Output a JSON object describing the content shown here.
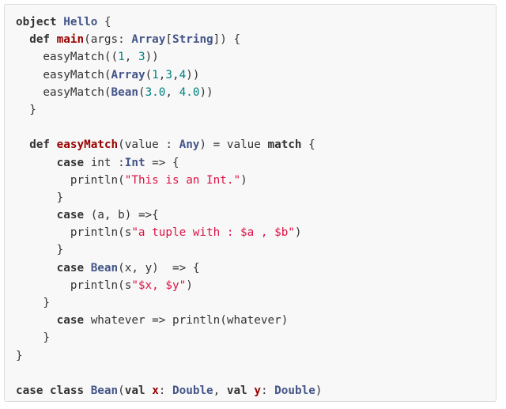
{
  "code": {
    "lines": [
      [
        {
          "t": "object",
          "c": "kw"
        },
        {
          "t": " ",
          "c": "plain"
        },
        {
          "t": "Hello",
          "c": "type"
        },
        {
          "t": " {",
          "c": "plain"
        }
      ],
      [
        {
          "t": "  ",
          "c": "plain"
        },
        {
          "t": "def",
          "c": "kw"
        },
        {
          "t": " ",
          "c": "plain"
        },
        {
          "t": "main",
          "c": "title"
        },
        {
          "t": "(args: ",
          "c": "plain"
        },
        {
          "t": "Array",
          "c": "type"
        },
        {
          "t": "[",
          "c": "plain"
        },
        {
          "t": "String",
          "c": "type"
        },
        {
          "t": "]) {",
          "c": "plain"
        }
      ],
      [
        {
          "t": "    easyMatch((",
          "c": "plain"
        },
        {
          "t": "1",
          "c": "num"
        },
        {
          "t": ", ",
          "c": "plain"
        },
        {
          "t": "3",
          "c": "num"
        },
        {
          "t": "))",
          "c": "plain"
        }
      ],
      [
        {
          "t": "    easyMatch(",
          "c": "plain"
        },
        {
          "t": "Array",
          "c": "type"
        },
        {
          "t": "(",
          "c": "plain"
        },
        {
          "t": "1",
          "c": "num"
        },
        {
          "t": ",",
          "c": "plain"
        },
        {
          "t": "3",
          "c": "num"
        },
        {
          "t": ",",
          "c": "plain"
        },
        {
          "t": "4",
          "c": "num"
        },
        {
          "t": "))",
          "c": "plain"
        }
      ],
      [
        {
          "t": "    easyMatch(",
          "c": "plain"
        },
        {
          "t": "Bean",
          "c": "type"
        },
        {
          "t": "(",
          "c": "plain"
        },
        {
          "t": "3.0",
          "c": "num"
        },
        {
          "t": ", ",
          "c": "plain"
        },
        {
          "t": "4.0",
          "c": "num"
        },
        {
          "t": "))",
          "c": "plain"
        }
      ],
      [
        {
          "t": "  }",
          "c": "plain"
        }
      ],
      [],
      [
        {
          "t": "  ",
          "c": "plain"
        },
        {
          "t": "def",
          "c": "kw"
        },
        {
          "t": " ",
          "c": "plain"
        },
        {
          "t": "easyMatch",
          "c": "title"
        },
        {
          "t": "(value : ",
          "c": "plain"
        },
        {
          "t": "Any",
          "c": "type"
        },
        {
          "t": ") = value ",
          "c": "plain"
        },
        {
          "t": "match",
          "c": "kw"
        },
        {
          "t": " {",
          "c": "plain"
        }
      ],
      [
        {
          "t": "      ",
          "c": "plain"
        },
        {
          "t": "case",
          "c": "kw"
        },
        {
          "t": " int :",
          "c": "plain"
        },
        {
          "t": "Int",
          "c": "type"
        },
        {
          "t": " => {",
          "c": "plain"
        }
      ],
      [
        {
          "t": "        println(",
          "c": "plain"
        },
        {
          "t": "\"This is an Int.\"",
          "c": "str"
        },
        {
          "t": ")",
          "c": "plain"
        }
      ],
      [
        {
          "t": "      }",
          "c": "plain"
        }
      ],
      [
        {
          "t": "      ",
          "c": "plain"
        },
        {
          "t": "case",
          "c": "kw"
        },
        {
          "t": " (a, b) =>{",
          "c": "plain"
        }
      ],
      [
        {
          "t": "        println(s",
          "c": "plain"
        },
        {
          "t": "\"a tuple with : $a , $b\"",
          "c": "str"
        },
        {
          "t": ")",
          "c": "plain"
        }
      ],
      [
        {
          "t": "      }",
          "c": "plain"
        }
      ],
      [
        {
          "t": "      ",
          "c": "plain"
        },
        {
          "t": "case",
          "c": "kw"
        },
        {
          "t": " ",
          "c": "plain"
        },
        {
          "t": "Bean",
          "c": "type"
        },
        {
          "t": "(x, y)  => {",
          "c": "plain"
        }
      ],
      [
        {
          "t": "        println(s",
          "c": "plain"
        },
        {
          "t": "\"$x, $y\"",
          "c": "str"
        },
        {
          "t": ")",
          "c": "plain"
        }
      ],
      [
        {
          "t": "    }",
          "c": "plain"
        }
      ],
      [
        {
          "t": "      ",
          "c": "plain"
        },
        {
          "t": "case",
          "c": "kw"
        },
        {
          "t": " whatever => println(whatever)",
          "c": "plain"
        }
      ],
      [
        {
          "t": "    }",
          "c": "plain"
        }
      ],
      [
        {
          "t": "}",
          "c": "plain"
        }
      ],
      [],
      [
        {
          "t": "case",
          "c": "kw"
        },
        {
          "t": " ",
          "c": "plain"
        },
        {
          "t": "class",
          "c": "kw"
        },
        {
          "t": " ",
          "c": "plain"
        },
        {
          "t": "Bean",
          "c": "type"
        },
        {
          "t": "(",
          "c": "plain"
        },
        {
          "t": "val",
          "c": "kw"
        },
        {
          "t": " ",
          "c": "plain"
        },
        {
          "t": "x",
          "c": "title"
        },
        {
          "t": ": ",
          "c": "plain"
        },
        {
          "t": "Double",
          "c": "type"
        },
        {
          "t": ", ",
          "c": "plain"
        },
        {
          "t": "val",
          "c": "kw"
        },
        {
          "t": " ",
          "c": "plain"
        },
        {
          "t": "y",
          "c": "title"
        },
        {
          "t": ": ",
          "c": "plain"
        },
        {
          "t": "Double",
          "c": "type"
        },
        {
          "t": ")",
          "c": "plain"
        }
      ]
    ]
  },
  "colors": {
    "keyword": "#333333",
    "function_name": "#990000",
    "type_name": "#445588",
    "number": "#008080",
    "string": "#dd1144",
    "background": "#f8f8f8"
  }
}
